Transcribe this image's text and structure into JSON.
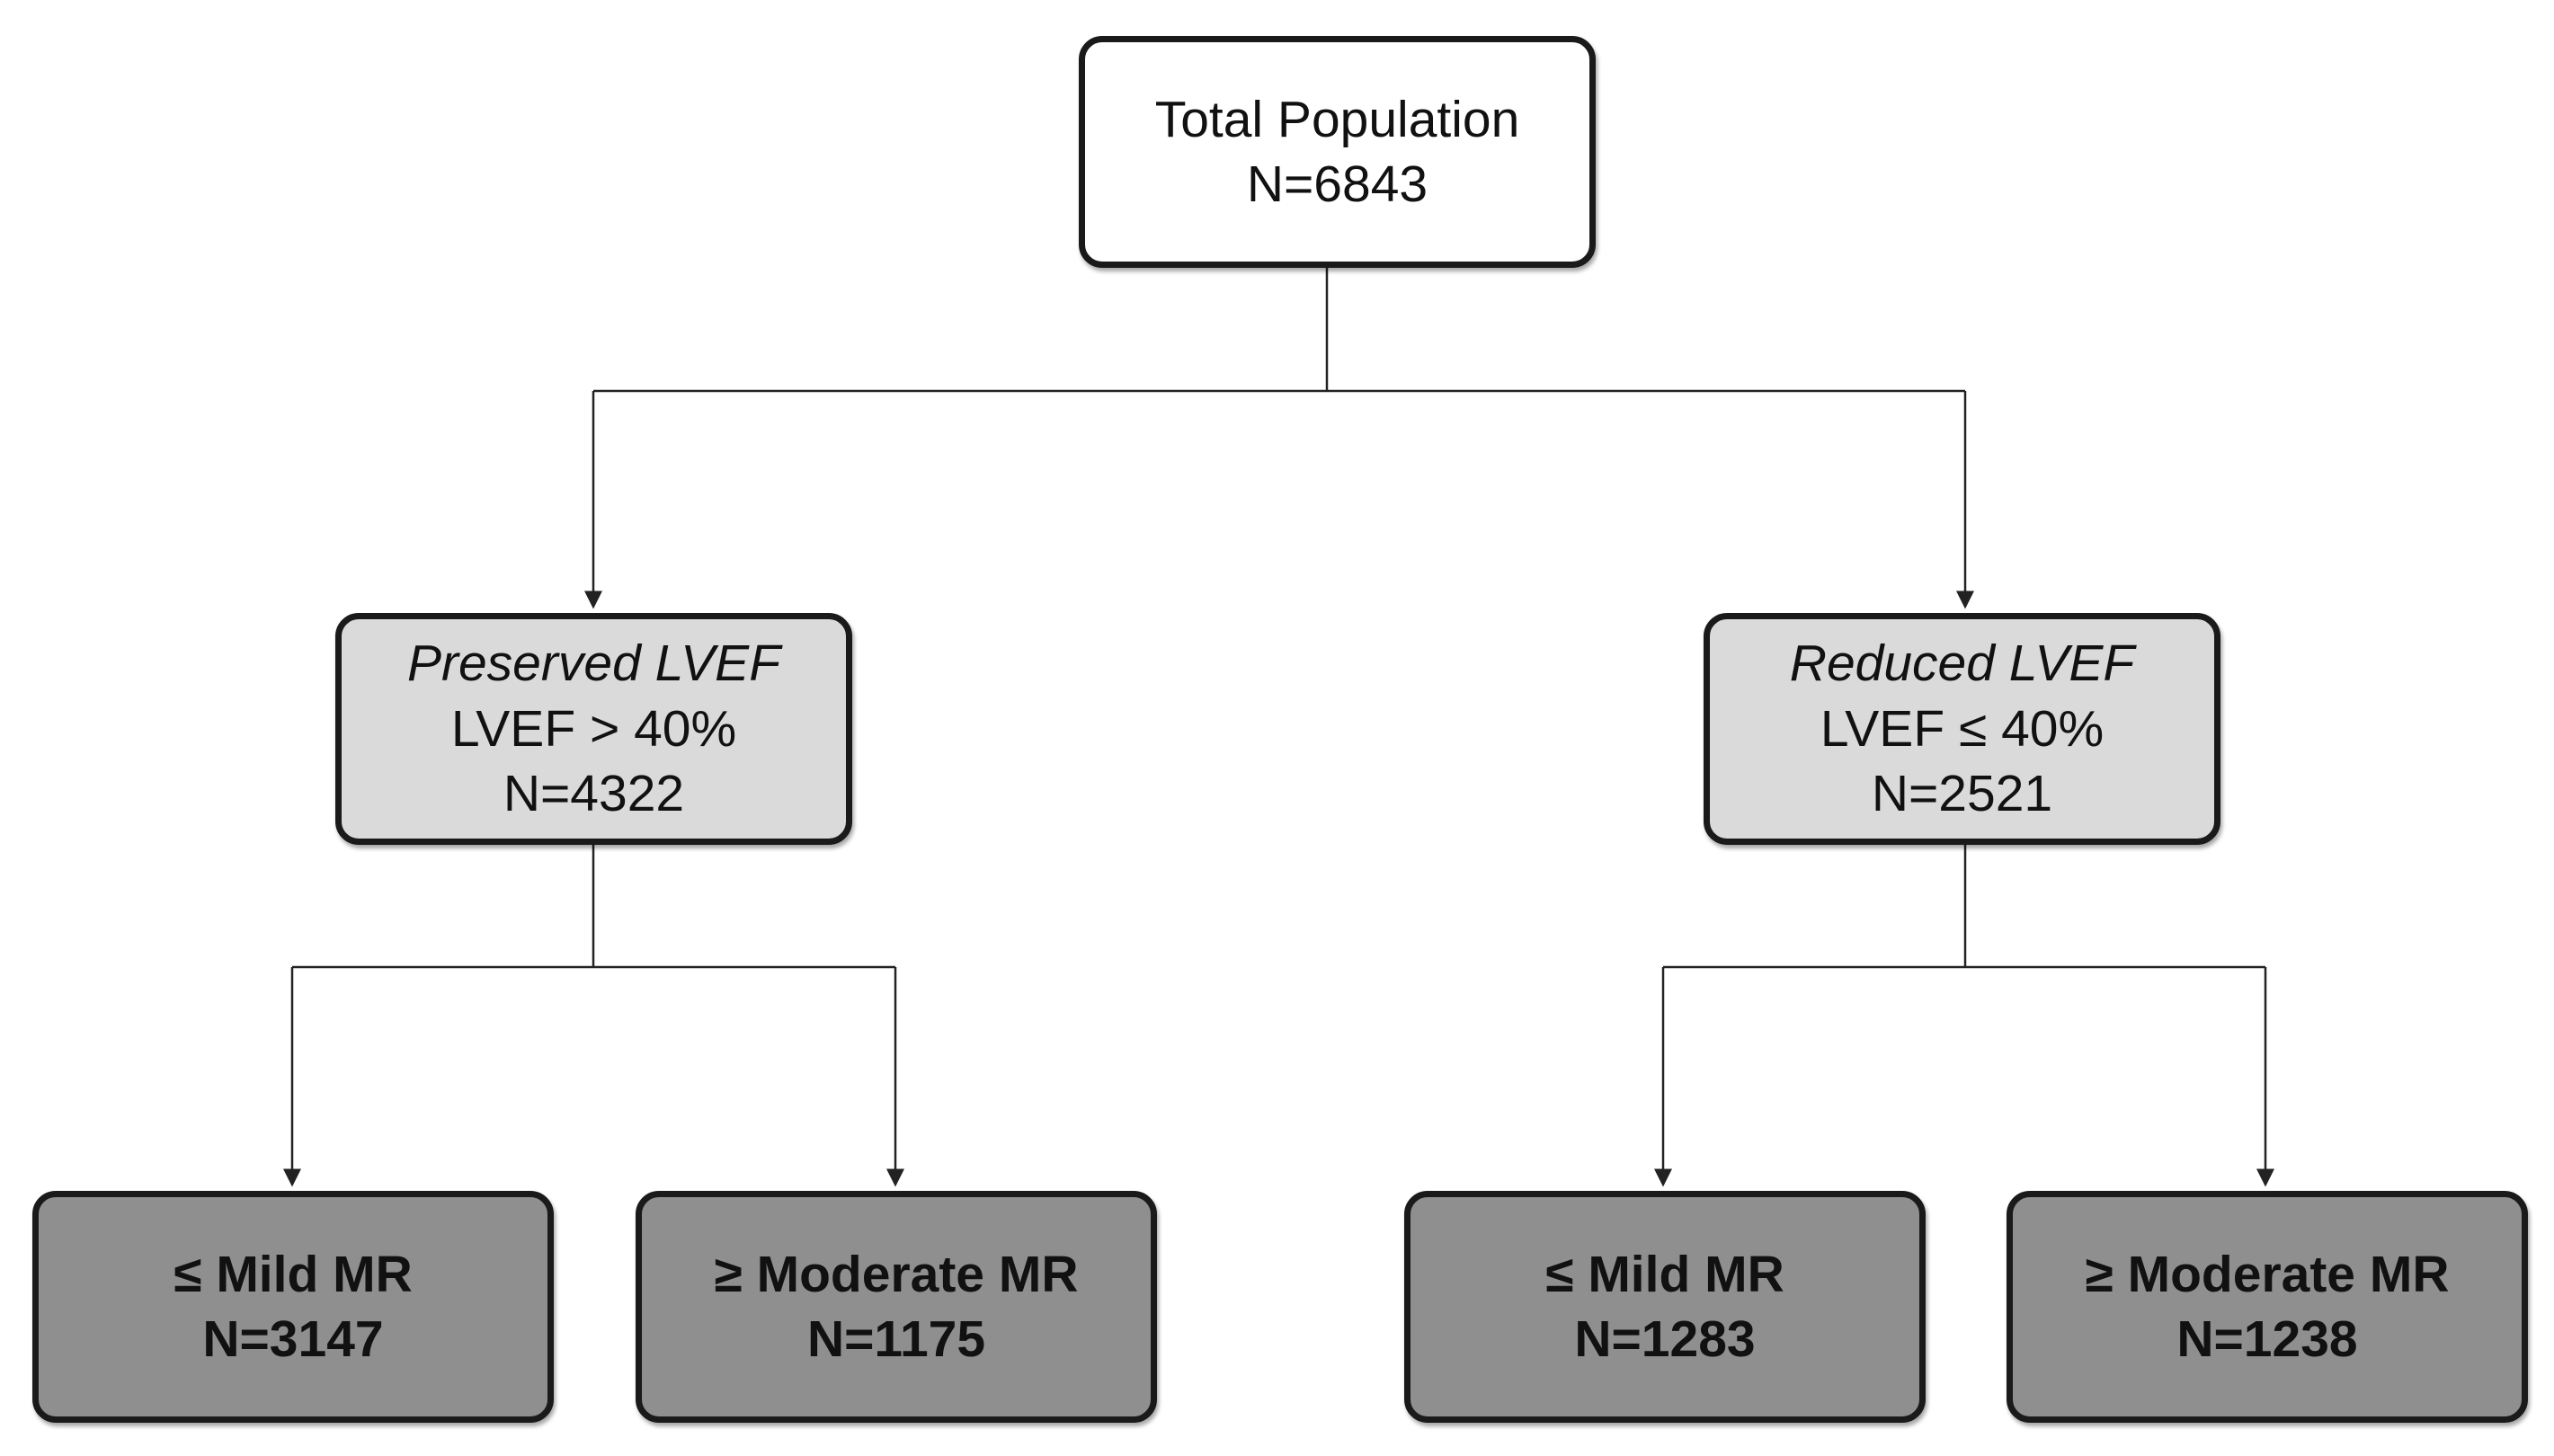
{
  "root": {
    "title": "Total Population",
    "count": "N=6843"
  },
  "preserved": {
    "title": "Preserved LVEF",
    "criterion": "LVEF > 40%",
    "count": "N=4322",
    "mild": {
      "label": "≤ Mild MR",
      "count": "N=3147"
    },
    "moderate": {
      "label": "≥ Moderate MR",
      "count": "N=1175"
    }
  },
  "reduced": {
    "title": "Reduced LVEF",
    "criterion": "LVEF ≤ 40%",
    "count": "N=2521",
    "mild": {
      "label": "≤ Mild MR",
      "count": "N=1283"
    },
    "moderate": {
      "label": "≥ Moderate MR",
      "count": "N=1238"
    }
  },
  "colors": {
    "root_fill": "#ffffff",
    "mid_fill": "#dadada",
    "leaf_fill": "#8f8f8f",
    "border": "#1a1a1a",
    "connector": "#222222"
  }
}
